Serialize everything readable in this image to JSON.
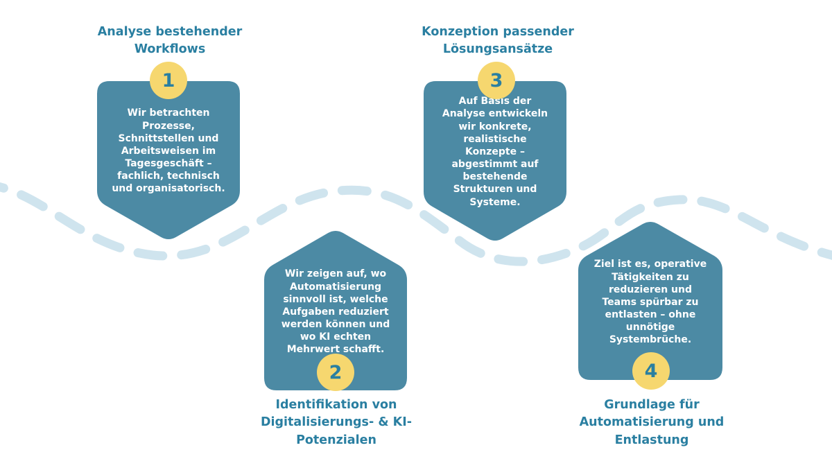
{
  "diagram_title": "",
  "colors": {
    "card": "#4c8aa4",
    "title_text": "#2a7fa1",
    "badge_bg": "#f6d76f",
    "badge_text": "#2a7fa1",
    "body_text": "#ffffff",
    "dashed_line": "#cfe4ee",
    "background": "#ffffff"
  },
  "steps": [
    {
      "number": "1",
      "title": "Analyse bestehender Workflows",
      "body": "Wir betrachten Prozesse, Schnittstellen und Arbeitsweisen im Tagesgeschäft – fachlich, technisch und organisatorisch.",
      "position": "top"
    },
    {
      "number": "2",
      "title": "Identifikation von Digitalisierungs- & KI-Potenzialen",
      "body": "Wir zeigen auf, wo Automatisierung sinnvoll ist, welche Aufgaben reduziert werden können und wo KI echten Mehrwert schafft.",
      "position": "bottom"
    },
    {
      "number": "3",
      "title": "Konzeption passender Lösungsansätze",
      "body": "Auf Basis der Analyse entwickeln wir konkrete, realistische Konzepte – abgestimmt auf bestehende Strukturen und Systeme.",
      "position": "top"
    },
    {
      "number": "4",
      "title": "Grundlage für Automatisierung und Entlastung",
      "body": "Ziel ist es, operative Tätigkeiten zu reduzieren und Teams spürbar zu entlasten – ohne unnötige Systembrüche.",
      "position": "bottom"
    }
  ]
}
